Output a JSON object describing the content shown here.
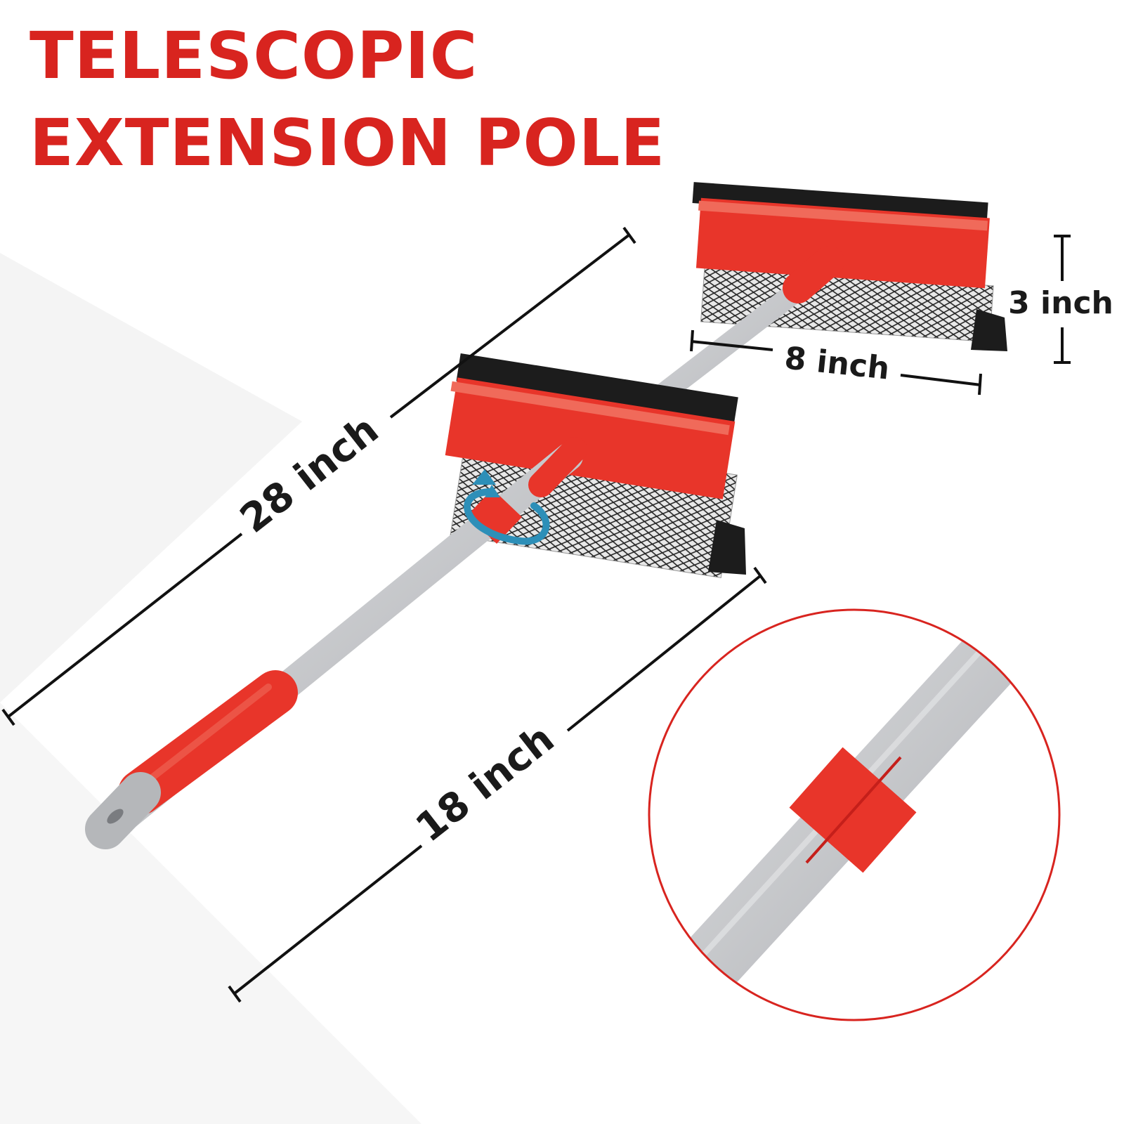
{
  "headline": {
    "line1": "TELESCOPIC",
    "line2": "EXTENSION POLE"
  },
  "dimensions": {
    "overall_length": "28 inch",
    "collapsed_length": "18 inch",
    "head_width": "8 inch",
    "head_height": "3 inch"
  },
  "colors": {
    "accent_red": "#d8241f",
    "pole_gray": "#c7c9cc",
    "blade_black": "#1c1c1c"
  },
  "icons": {
    "rotate": "rotate-arrow-icon"
  }
}
